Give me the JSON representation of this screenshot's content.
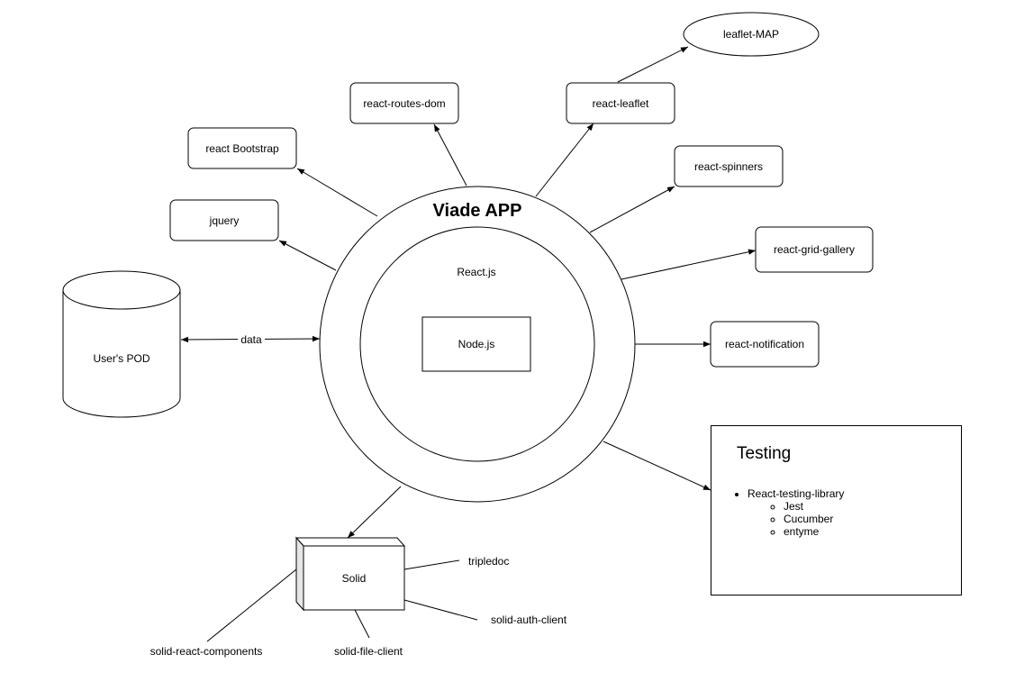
{
  "app": {
    "title": "Viade APP",
    "inner_label": "React.js",
    "core_label": "Node.js"
  },
  "dependencies": {
    "react_bootstrap": "react Bootstrap",
    "jquery": "jquery",
    "react_routes_dom": "react-routes-dom",
    "react_leaflet": "react-leaflet",
    "leaflet_map": "leaflet-MAP",
    "react_spinners": "react-spinners",
    "react_grid_gallery": "react-grid-gallery",
    "react_notification": "react-notification"
  },
  "pod": {
    "label": "User's POD",
    "link_label": "data"
  },
  "solid": {
    "label": "Solid",
    "tripledoc": "tripledoc",
    "auth_client": "solid-auth-client",
    "file_client": "solid-file-client",
    "react_components": "solid-react-components"
  },
  "testing": {
    "title": "Testing",
    "library": "React-testing-library",
    "tools": [
      "Jest",
      "Cucumber",
      "entyme"
    ]
  }
}
